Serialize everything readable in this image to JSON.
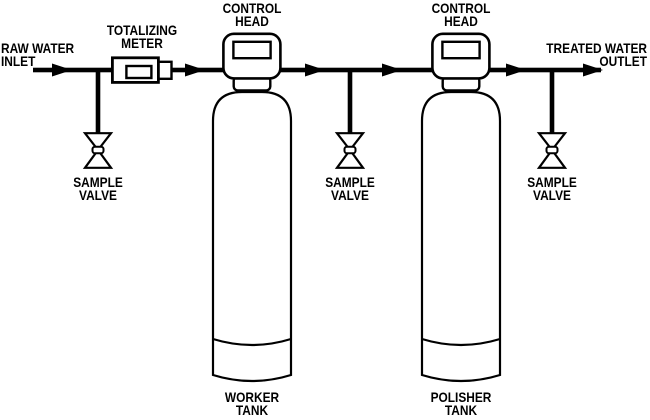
{
  "colors": {
    "line": "#000000",
    "background": "#ffffff"
  },
  "labels": {
    "raw_water_inlet": {
      "line1": "RAW WATER",
      "line2": "INLET"
    },
    "totalizing_meter": {
      "line1": "TOTALIZING",
      "line2": "METER"
    },
    "control_head_worker": {
      "line1": "CONTROL",
      "line2": "HEAD"
    },
    "control_head_polisher": {
      "line1": "CONTROL",
      "line2": "HEAD"
    },
    "treated_water_outlet": {
      "line1": "TREATED WATER",
      "line2": "OUTLET"
    },
    "sample_valve_inlet": {
      "line1": "SAMPLE",
      "line2": "VALVE"
    },
    "sample_valve_middle": {
      "line1": "SAMPLE",
      "line2": "VALVE"
    },
    "sample_valve_outlet": {
      "line1": "SAMPLE",
      "line2": "VALVE"
    },
    "worker_tank": {
      "line1": "WORKER",
      "line2": "TANK"
    },
    "polisher_tank": {
      "line1": "POLISHER",
      "line2": "TANK"
    }
  },
  "components": {
    "flow_order": [
      "raw water inlet",
      "sample valve",
      "totalizing meter",
      "control head on worker tank",
      "sample valve",
      "control head on polisher tank",
      "sample valve",
      "treated water outlet"
    ],
    "flow_direction": "left to right",
    "arrow_count": 6,
    "tank_count": 2,
    "sample_valve_count": 3
  }
}
